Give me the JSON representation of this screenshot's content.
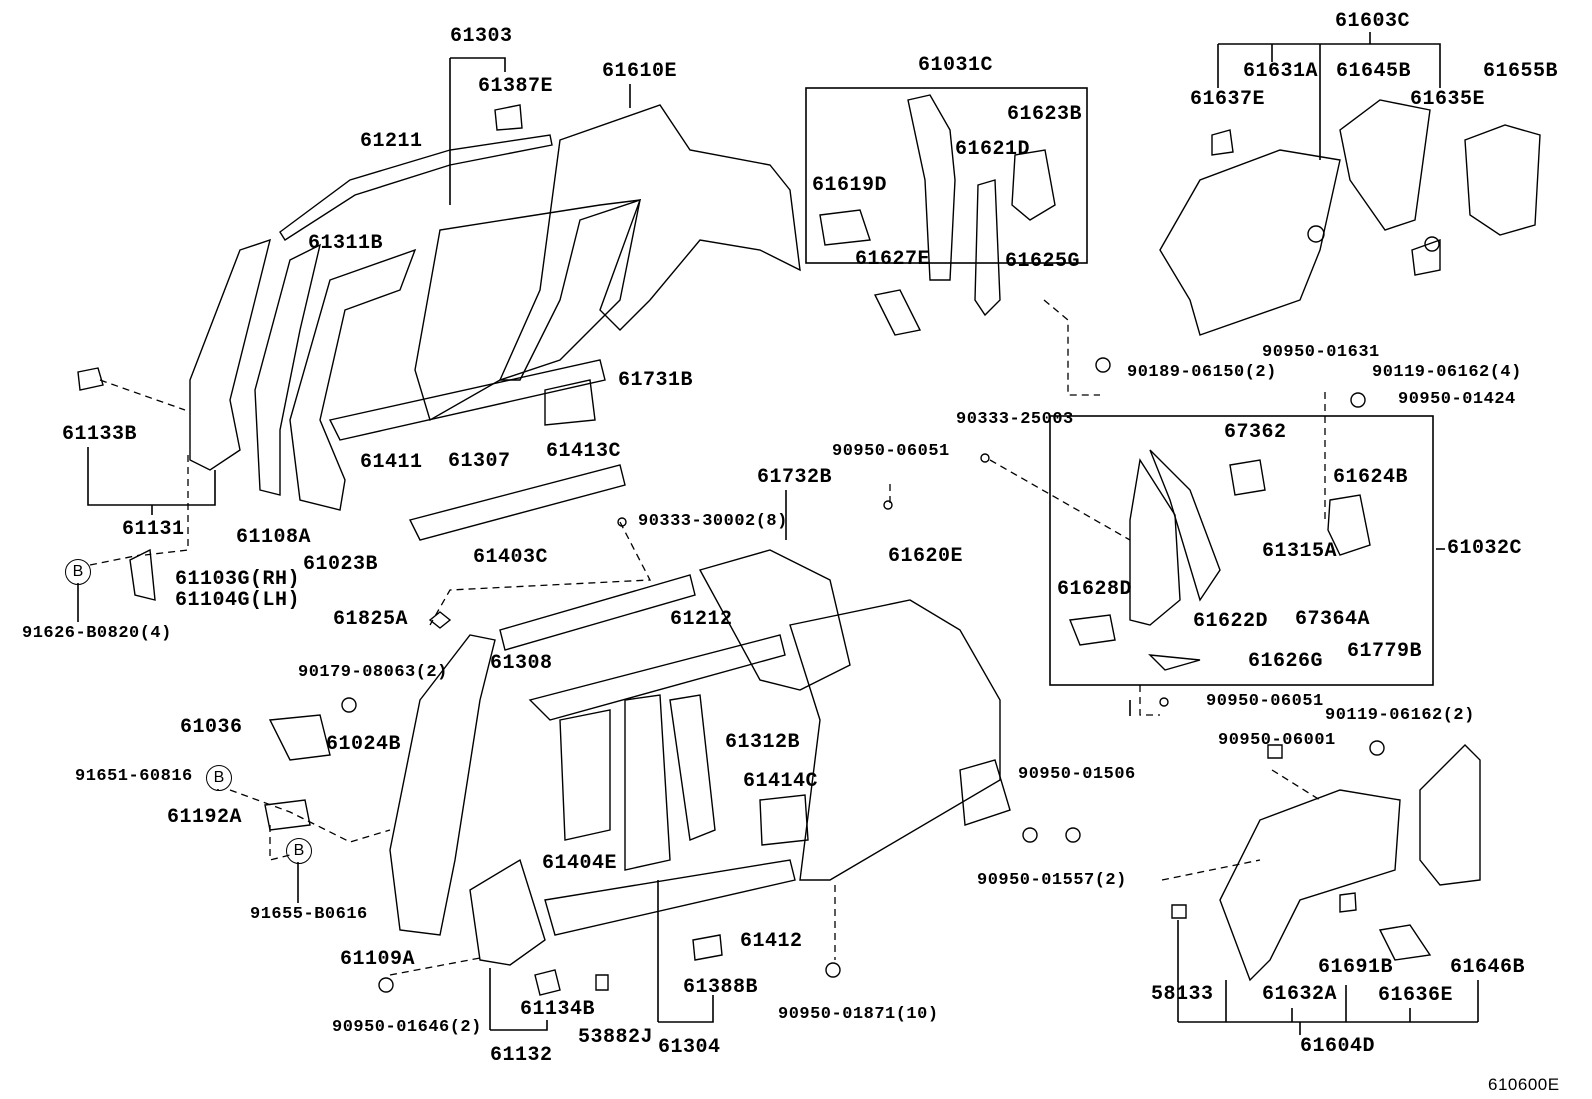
{
  "diagram": {
    "figure_code": "610600E",
    "marker_letter": "B",
    "labels": [
      "61303",
      "61387E",
      "61610E",
      "61211",
      "61311B",
      "61133B",
      "61131",
      "61108A",
      "61023B",
      "61411",
      "61307",
      "61413C",
      "61731B",
      "61031C",
      "61623B",
      "61621D",
      "61619D",
      "61627E",
      "61625G",
      "61603C",
      "61631A",
      "61645B",
      "61655B",
      "61637E",
      "61635E",
      "90950-01631",
      "90189-06150(2)",
      "90119-06162(4)",
      "90950-01424",
      "90333-25003",
      "67362",
      "61624B",
      "61315A",
      "61032C",
      "61628D",
      "61622D",
      "61626G",
      "67364A",
      "61779B",
      "90950-06051",
      "90950-06051",
      "61732B",
      "61620E",
      "90333-30002(8)",
      "61403C",
      "61103G(RH)",
      "61104G(LH)",
      "91626-B0820(4)",
      "61825A",
      "61212",
      "61308",
      "90179-08063(2)",
      "61036",
      "61024B",
      "61312B",
      "91651-60816",
      "61192A",
      "91655-B0616",
      "61414C",
      "61404E",
      "90950-01506",
      "90119-06162(2)",
      "90950-06001",
      "90950-01557(2)",
      "61412",
      "61109A",
      "61134B",
      "61388B",
      "90950-01871(10)",
      "90950-01646(2)",
      "53882J",
      "61132",
      "61304",
      "58133",
      "61632A",
      "61691B",
      "61636E",
      "61646B",
      "61604D"
    ]
  }
}
